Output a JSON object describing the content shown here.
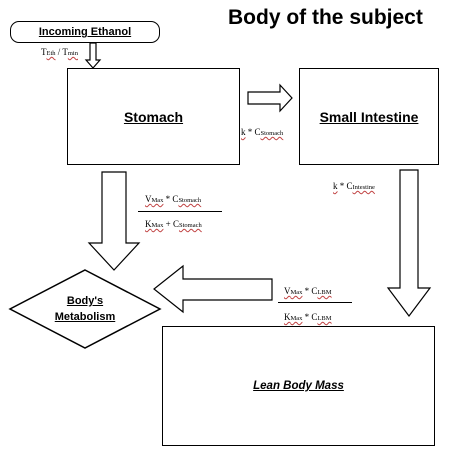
{
  "title": "Body of the subject",
  "incoming": {
    "label": "Incoming Ethanol"
  },
  "boxes": {
    "stomach": "Stomach",
    "small_intestine": "Small Intestine",
    "lean_body_mass": "Lean Body Mass",
    "metabolism_line1": "Body's",
    "metabolism_line2": "Metabolism"
  },
  "inputs": {
    "t_eth": {
      "base": "T",
      "sub": "Eth"
    },
    "sep": " / ",
    "t_min": {
      "base": "T",
      "sub": "min"
    }
  },
  "flows": {
    "stomach_to_intestine": {
      "coef": "k",
      "op": " * ",
      "conc": "C",
      "conc_sub": "Stomach"
    },
    "intestine_to_lbm": {
      "coef": "k",
      "op": " * ",
      "conc": "C",
      "conc_sub": "Intestine"
    },
    "stomach_metabolism": {
      "num": {
        "a": "V",
        "a_sub": "Max",
        "op": " * ",
        "b": "C",
        "b_sub": "Stomach"
      },
      "den": {
        "a": "K",
        "a_sub": "Max",
        "op": " + ",
        "b": "C",
        "b_sub": "Stomach"
      }
    },
    "lbm_metabolism": {
      "num": {
        "a": "V",
        "a_sub": "Max",
        "op": " * ",
        "b": "C",
        "b_sub": "LBM"
      },
      "den": {
        "a": "K",
        "a_sub": "Max",
        "op": " * ",
        "b": "C",
        "b_sub": "LBM"
      }
    }
  }
}
